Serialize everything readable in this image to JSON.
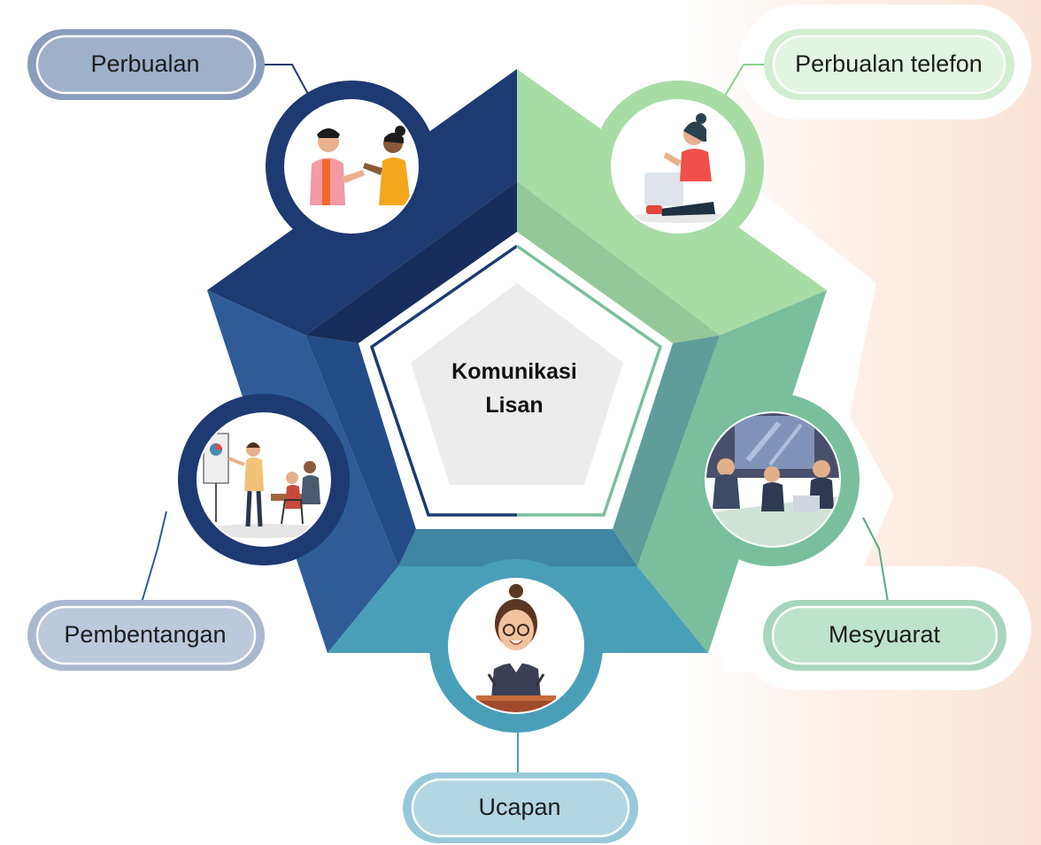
{
  "center": {
    "line1": "Komunikasi",
    "line2": "Lisan"
  },
  "nodes": [
    {
      "label": "Perbualan",
      "icon": "two-people-talking-icon"
    },
    {
      "label": "Perbualan telefon",
      "icon": "woman-on-phone-icon"
    },
    {
      "label": "Mesyuarat",
      "icon": "business-meeting-icon"
    },
    {
      "label": "Ucapan",
      "icon": "speaker-at-podium-icon"
    },
    {
      "label": "Pembentangan",
      "icon": "presentation-icon"
    }
  ],
  "colors": {
    "navy": "#1d3a72",
    "blue": "#2f5c97",
    "teal": "#4a9fb8",
    "green_light": "#a8dca5",
    "green_mid": "#79bf9d",
    "center_fill": "#ececec"
  }
}
